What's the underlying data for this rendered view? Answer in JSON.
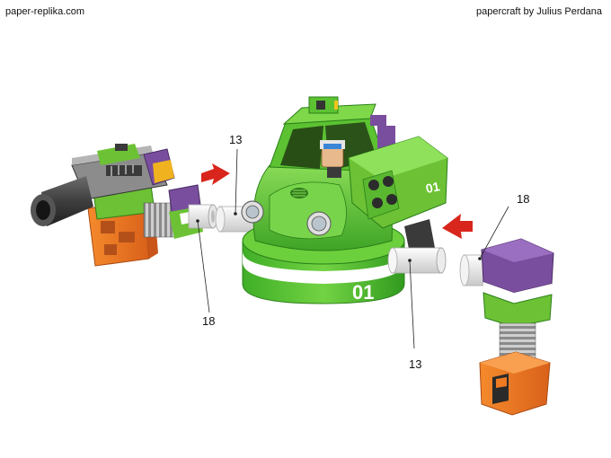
{
  "header": {
    "site": "paper-replika.com",
    "credit": "papercraft by Julius Perdana"
  },
  "vehicle": {
    "number": "01",
    "pod_number": "01"
  },
  "callouts": {
    "left_connector": "13",
    "left_joint": "18",
    "right_connector": "13",
    "right_joint": "18"
  },
  "colors": {
    "body_green": "#5cc232",
    "dark_green": "#2f8a1c",
    "light_green": "#8fe05a",
    "stripe": "#ffffff",
    "purple": "#7a4e9e",
    "orange": "#ef7a22",
    "arrow_red": "#d8261c",
    "gray": "#777777"
  }
}
